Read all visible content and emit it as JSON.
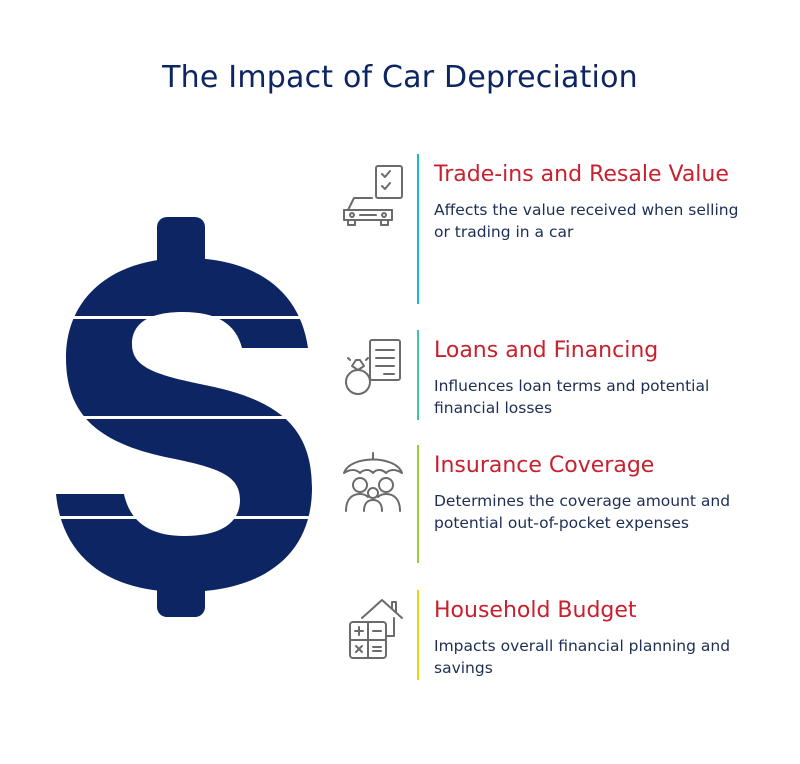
{
  "title": "The Impact of Car Depreciation",
  "colors": {
    "title": "#0d2663",
    "dollar": "#0d2663",
    "heading": "#c8202f",
    "body_text": "#1d2e55",
    "icon_stroke": "#6b6b6b"
  },
  "items": [
    {
      "icon": "car-checklist-icon",
      "title": "Trade-ins and Resale Value",
      "description": "Affects the value received when selling or trading in a car",
      "divider_color": "#1fb4cf"
    },
    {
      "icon": "ring-document-icon",
      "title": "Loans and Financing",
      "description": "Influences loan terms and potential financial losses",
      "divider_color": "#3fc4a6"
    },
    {
      "icon": "umbrella-family-icon",
      "title": "Insurance Coverage",
      "description": "Determines the coverage amount and potential out-of-pocket expenses",
      "divider_color": "#9ccc38"
    },
    {
      "icon": "calculator-house-icon",
      "title": "Household Budget",
      "description": "Impacts overall financial planning and savings",
      "divider_color": "#f0d21c"
    }
  ]
}
